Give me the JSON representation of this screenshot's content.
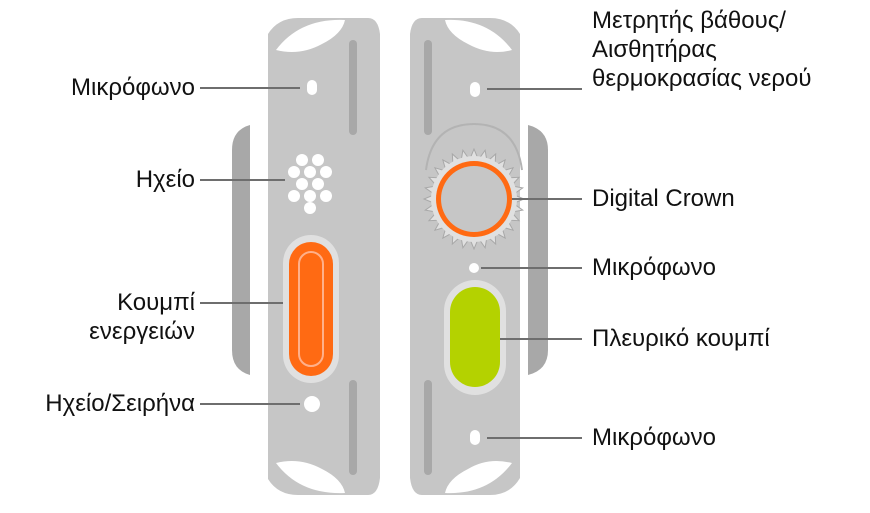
{
  "colors": {
    "case": "#c6c6c6",
    "case_shadow": "#a8a8a8",
    "case_light": "#e0e0e0",
    "speaker_hole": "#ffffff",
    "action_button": "#ff6a13",
    "crown_ring": "#ff6a13",
    "side_button": "#b4d200",
    "leader_line": "#6e6e6e"
  },
  "left_side": {
    "labels": {
      "microphone": "Μικρόφωνο",
      "speaker": "Ηχείο",
      "action_button_line1": "Κουμπί",
      "action_button_line2": "ενεργειών",
      "speaker_siren": "Ηχείο/Σειρήνα"
    }
  },
  "right_side": {
    "labels": {
      "depth_gauge_line1": "Μετρητής βάθους/",
      "depth_gauge_line2": "Αισθητήρας",
      "depth_gauge_line3": "θερμοκρασίας νερού",
      "digital_crown": "Digital Crown",
      "microphone_middle": "Μικρόφωνο",
      "side_button": "Πλευρικό κουμπί",
      "microphone_bottom": "Μικρόφωνο"
    }
  }
}
